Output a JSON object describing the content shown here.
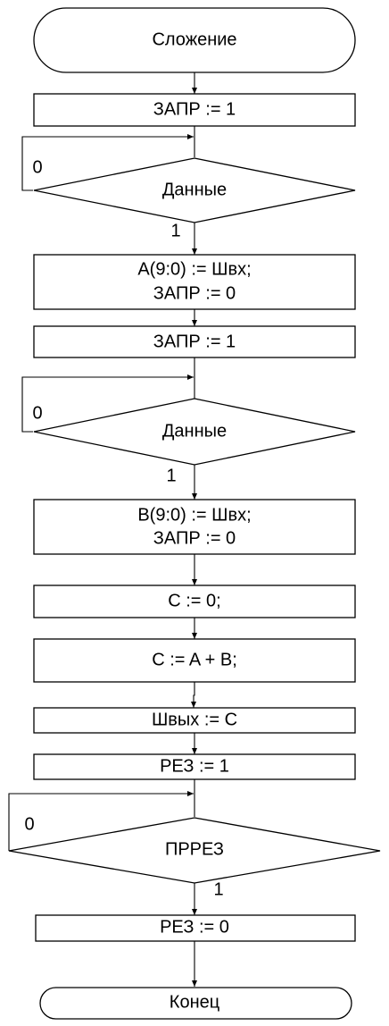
{
  "flowchart": {
    "start": "Сложение",
    "end": "Конец",
    "step_zapr_1_a": "ЗАПР := 1",
    "check_data_a": "Данные",
    "load_a_line1": "A(9:0) := Швх;",
    "load_a_line2": "ЗАПР := 0",
    "step_zapr_1_b": "ЗАПР := 1",
    "check_data_b": "Данные",
    "load_b_line1": "B(9:0) := Швх;",
    "load_b_line2": "ЗАПР := 0",
    "reset_c": "C := 0;",
    "sum_c": "C := A + B;",
    "output": "Швых := C",
    "set_rez_1": "РЕЗ := 1",
    "check_prrez": "ПРРЕЗ",
    "set_rez_0": "РЕЗ := 0",
    "branch_false": "0",
    "branch_true": "1"
  }
}
